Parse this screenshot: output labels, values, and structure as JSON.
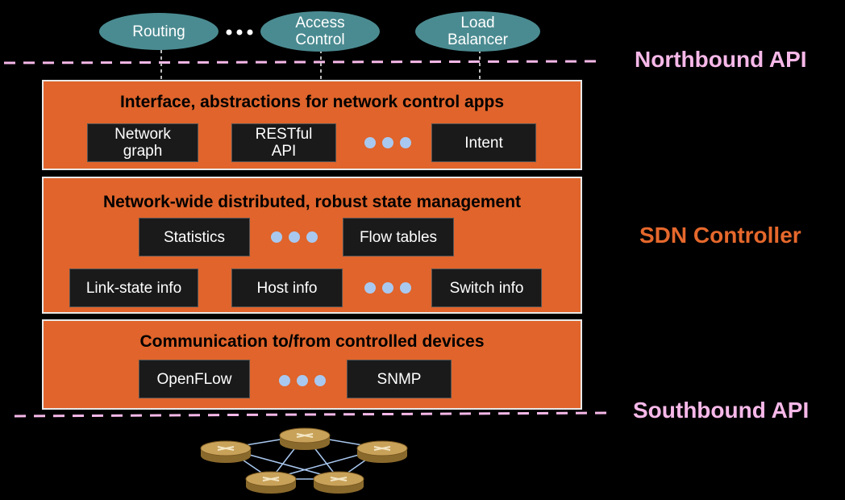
{
  "apps": {
    "routing": "Routing",
    "access_control": "Access\nControl",
    "load_balancer": "Load\nBalancer"
  },
  "labels": {
    "northbound": "Northbound API",
    "sdn_controller": "SDN Controller",
    "southbound": "Southbound API"
  },
  "layers": {
    "interface": {
      "title": "Interface, abstractions for network control apps",
      "items": [
        "Network\ngraph",
        "RESTful\nAPI",
        "Intent"
      ]
    },
    "state": {
      "title": "Network-wide distributed, robust state management",
      "row1": [
        "Statistics",
        "Flow tables"
      ],
      "row2": [
        "Link-state info",
        "Host info",
        "Switch info"
      ]
    },
    "communication": {
      "title": "Communication to/from controlled devices",
      "items": [
        "OpenFLow",
        "SNMP"
      ]
    }
  },
  "colors": {
    "background": "#000000",
    "layer_fill": "#e0642b",
    "app_fill": "#4a8b91",
    "api_label": "#f6b8e8",
    "controller_label": "#e5682c",
    "dots": "#a9c8f0",
    "router": "#c9a25a"
  },
  "icons": {
    "router": "router-icon"
  }
}
